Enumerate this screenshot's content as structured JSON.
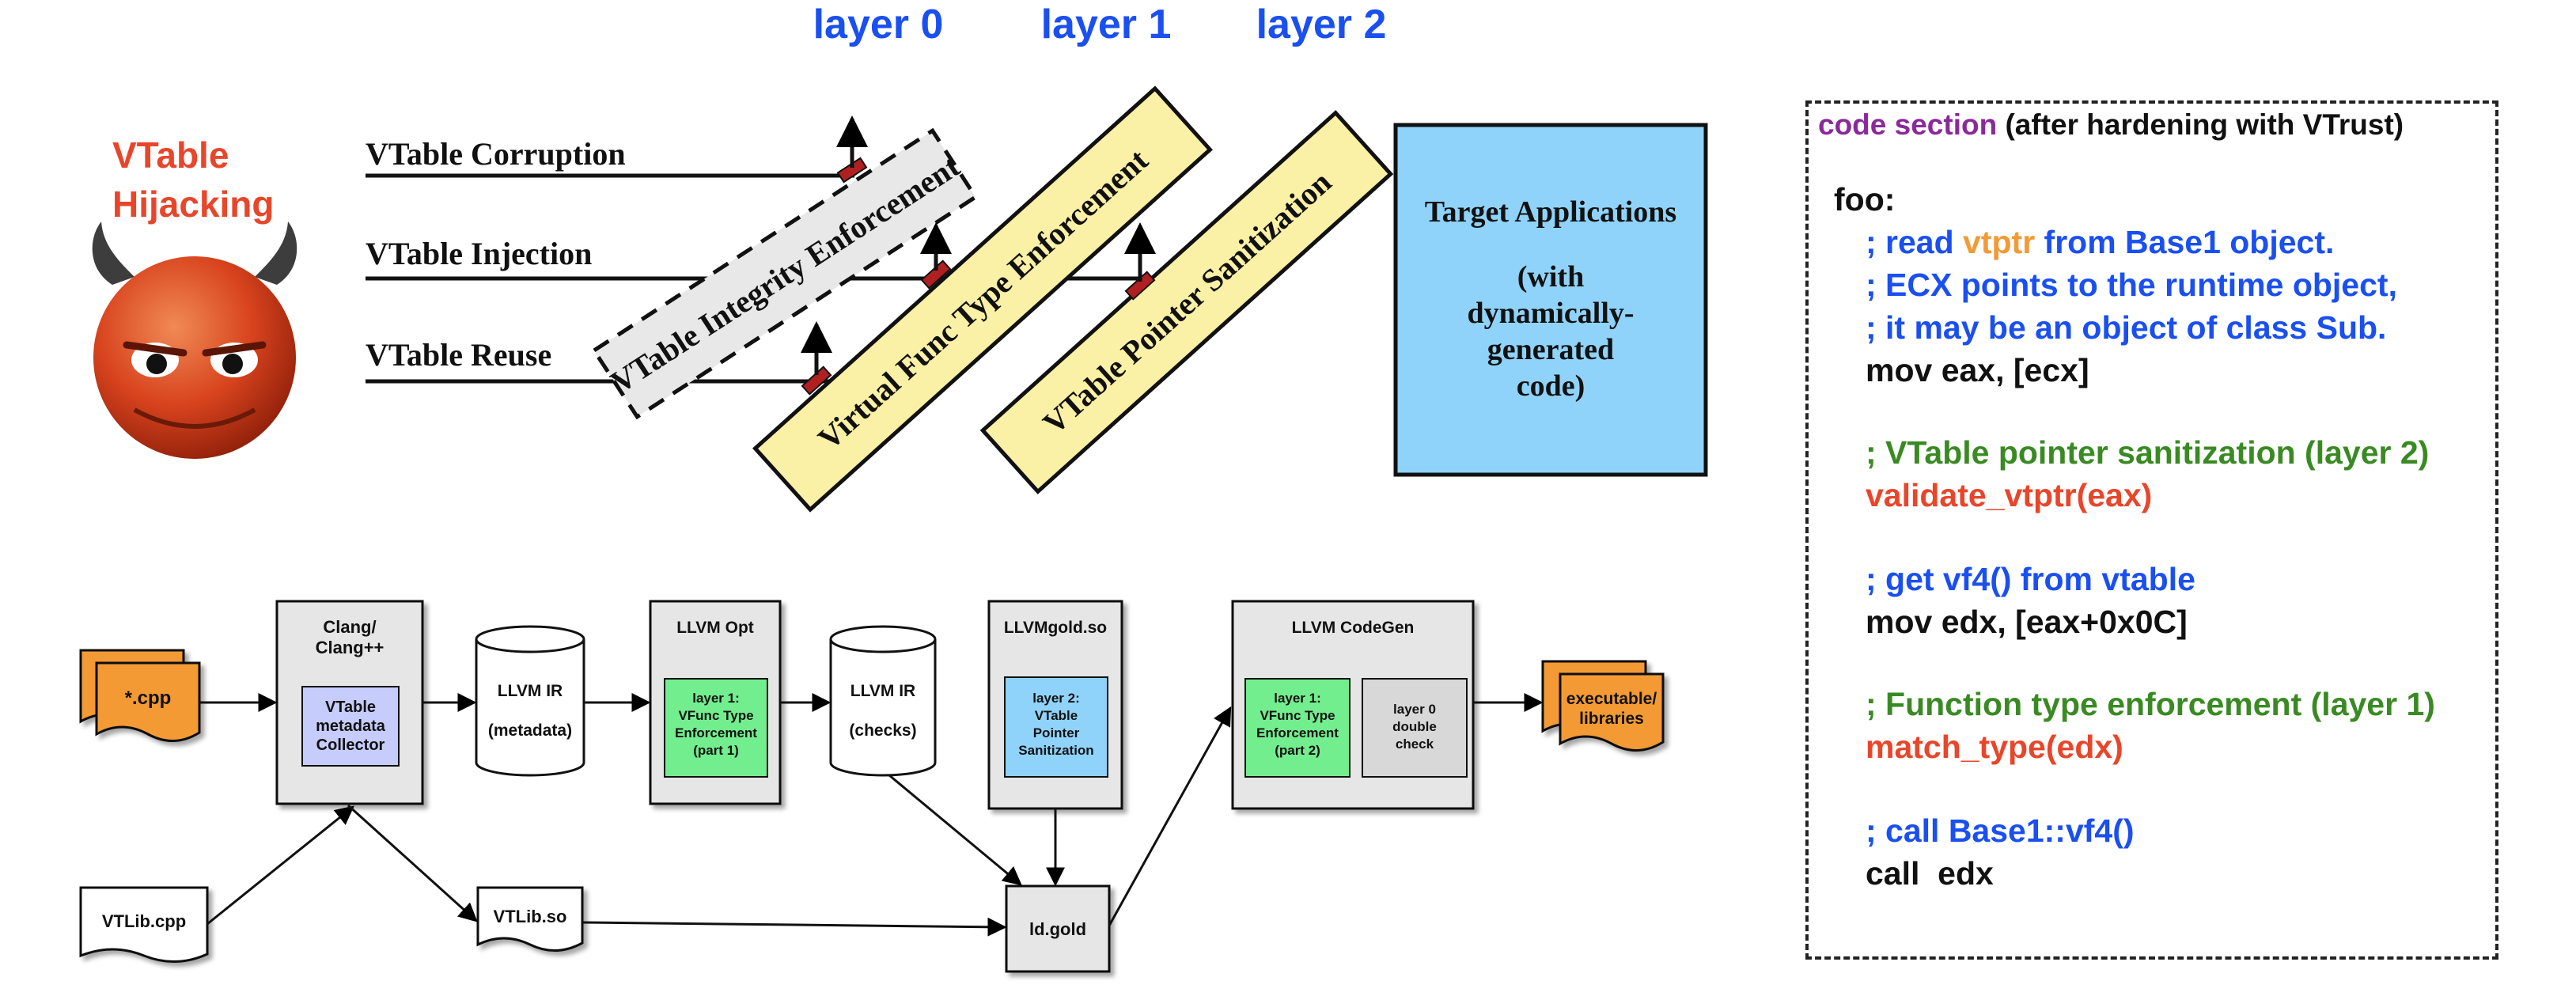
{
  "colors": {
    "layer_label": "#1a4ff0",
    "attack_title": "#e8462b",
    "yellow_layer": "#faf0a6",
    "target_box": "#8fd3fb",
    "green_box": "#73ee8e",
    "blue_box": "#8fd3fb",
    "collector_box": "#c6ccfb",
    "file_orange": "#f49a35",
    "code_blue": "#1a4ff0",
    "code_green": "#3a8a24",
    "code_red": "#e8462b",
    "code_purple": "#8a2a9a",
    "code_orange": "#f29a36"
  },
  "layers": {
    "l0": "layer 0",
    "l1": "layer 1",
    "l2": "layer 2"
  },
  "attack": {
    "title_line1": "VTable",
    "title_line2": "Hijacking",
    "icon": "devil-icon",
    "corruption": "VTable Corruption",
    "injection": "VTable Injection",
    "reuse": "VTable Reuse"
  },
  "defenses": {
    "integrity": "VTable Integrity Enforcement",
    "functype": "Virtual Func Type Enforcement",
    "sanitize": "VTable Pointer Sanitization"
  },
  "target": {
    "line1": "Target Applications",
    "line2": "(with",
    "line3": "dynamically-",
    "line4": "generated",
    "line5": "code)"
  },
  "pipeline": {
    "cpp_file": "*.cpp",
    "clang_title1": "Clang/",
    "clang_title2": "Clang++",
    "collector1": "VTable",
    "collector2": "metadata",
    "collector3": "Collector",
    "ir1_a": "LLVM IR",
    "ir1_b": "(metadata)",
    "opt_title": "LLVM Opt",
    "opt_inner1": "layer 1:",
    "opt_inner2": "VFunc Type",
    "opt_inner3": "Enforcement",
    "opt_inner4": "(part 1)",
    "ir2_a": "LLVM IR",
    "ir2_b": "(checks)",
    "gold_title": "LLVMgold.so",
    "gold_inner1": "layer 2:",
    "gold_inner2": "VTable",
    "gold_inner3": "Pointer",
    "gold_inner4": "Sanitization",
    "codegen_title": "LLVM CodeGen",
    "cg_inner1": "layer 1:",
    "cg_inner2": "VFunc Type",
    "cg_inner3": "Enforcement",
    "cg_inner4": "(part 2)",
    "cg_check1": "layer 0",
    "cg_check2": "double",
    "cg_check3": "check",
    "exe1": "executable/",
    "exe2": "libraries",
    "vtlib_cpp": "VTLib.cpp",
    "vtlib_so": "VTLib.so",
    "ldgold": "ld.gold"
  },
  "code": {
    "header_a": "code section",
    "header_b": " (after hardening with VTrust)",
    "foo": "foo:",
    "c1_a": "; read ",
    "c1_b": "vtptr",
    "c1_c": " from Base1 object.",
    "c2": "; ECX points to the runtime object,",
    "c3": "; it may be an object of class Sub.",
    "i1": "mov eax, [ecx]",
    "c4": "; VTable pointer sanitization (layer 2)",
    "f1": "validate_vtptr(eax)",
    "c5": "; get vf4() from vtable",
    "i2": "mov edx, [eax+0x0C]",
    "c6": "; Function type enforcement (layer 1)",
    "f2": "match_type(edx)",
    "c7": "; call Base1::vf4()",
    "i3": "call  edx"
  }
}
